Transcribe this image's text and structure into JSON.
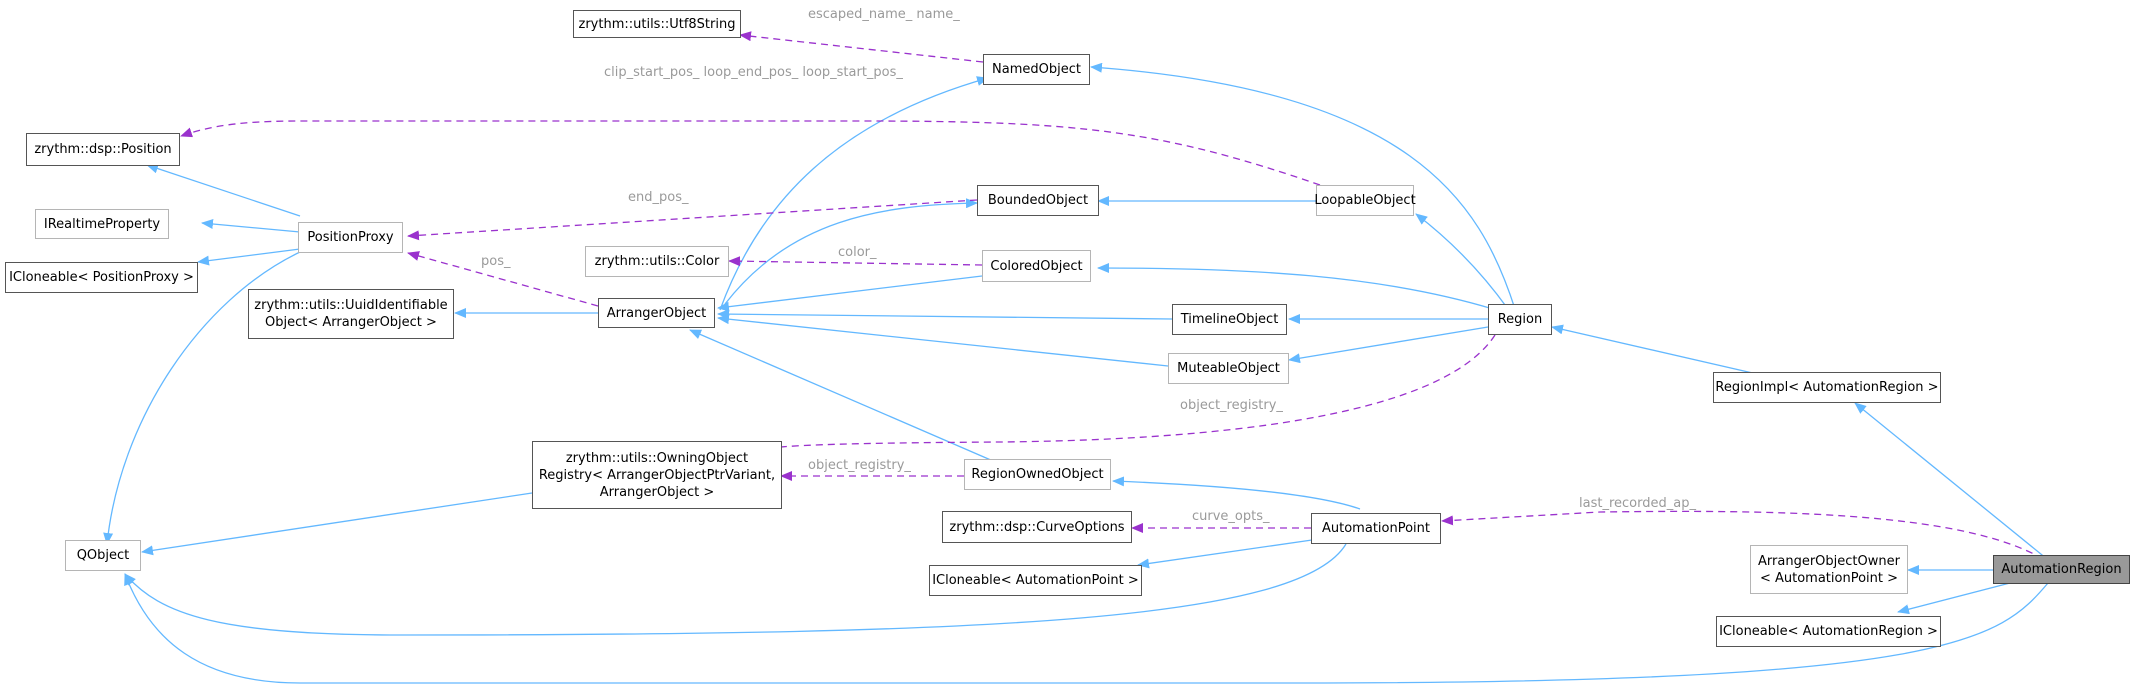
{
  "colors": {
    "inherit": "#63b8ff",
    "usage": "#9a32cd",
    "label": "#9a9a9a"
  },
  "nodes": {
    "utf8string": "zrythm::utils::Utf8String",
    "namedobject": "NamedObject",
    "position": "zrythm::dsp::Position",
    "irealtimeproperty": "IRealtimeProperty",
    "positionproxy": "PositionProxy",
    "icloneable_positionproxy": "ICloneable< PositionProxy >",
    "uuididentifiable": "zrythm::utils::UuidIdentifiable\nObject< ArrangerObject >",
    "arrangerobject": "ArrangerObject",
    "boundedobject": "BoundedObject",
    "color": "zrythm::utils::Color",
    "coloredobject": "ColoredObject",
    "loopableobject": "LoopableObject",
    "timelineobject": "TimelineObject",
    "muteableobject": "MuteableObject",
    "region": "Region",
    "regionimpl": "RegionImpl< AutomationRegion >",
    "owningobjectregistry": "zrythm::utils::OwningObject\nRegistry< ArrangerObjectPtrVariant,\n ArrangerObject >",
    "regionownedobject": "RegionOwnedObject",
    "curveoptions": "zrythm::dsp::CurveOptions",
    "automationpoint": "AutomationPoint",
    "icloneable_automationpoint": "ICloneable< AutomationPoint >",
    "qobject": "QObject",
    "arrangerobjectowner": "ArrangerObjectOwner\n< AutomationPoint >",
    "automationregion": "AutomationRegion",
    "icloneable_automationregion": "ICloneable< AutomationRegion >"
  },
  "edge_labels": {
    "escaped_name": "escaped_name_\nname_",
    "clip_start_pos": "clip_start_pos_\nloop_end_pos_\nloop_start_pos_",
    "end_pos": "end_pos_",
    "pos": "pos_",
    "color": "color_",
    "object_registry_region": "object_registry_",
    "object_registry_owned": "object_registry_",
    "curve_opts": "curve_opts_",
    "last_recorded_ap": "last_recorded_ap_"
  }
}
